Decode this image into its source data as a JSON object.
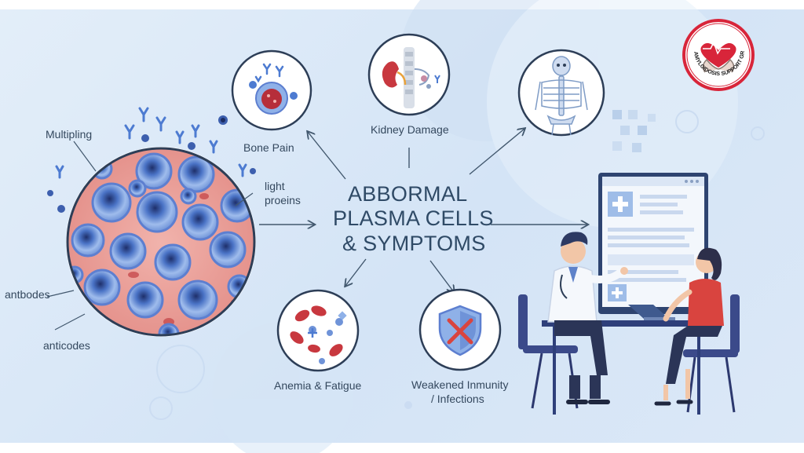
{
  "title": {
    "line1": "ABBORMAL",
    "line2": "PLASMA CELLS",
    "line3": "& SYMPTOMS"
  },
  "cell_labels": {
    "multiplying": "Multipling",
    "light_proteins_1": "light",
    "light_proteins_2": "proeins",
    "antibodies": "antbodes",
    "anticodes": "anticodes"
  },
  "symptoms": {
    "bone_pain": "Bone Pain",
    "kidney_damage": "Kidney Damage",
    "anemia_fatigue": "Anemia & Fatigue",
    "weakened_immunity_1": "Weakened Inmunity",
    "weakened_immunity_2": "/ Infections"
  },
  "logo_text": "AMYLOIDOSIS SUPPORT GROUP OF INDIA",
  "colors": {
    "background": "#d9e7f6",
    "title": "#2f4a66",
    "arrow": "#42586e",
    "cell_blue": "#4a73c6",
    "tissue_pink": "#e08a86",
    "logo_red": "#d8253a"
  }
}
